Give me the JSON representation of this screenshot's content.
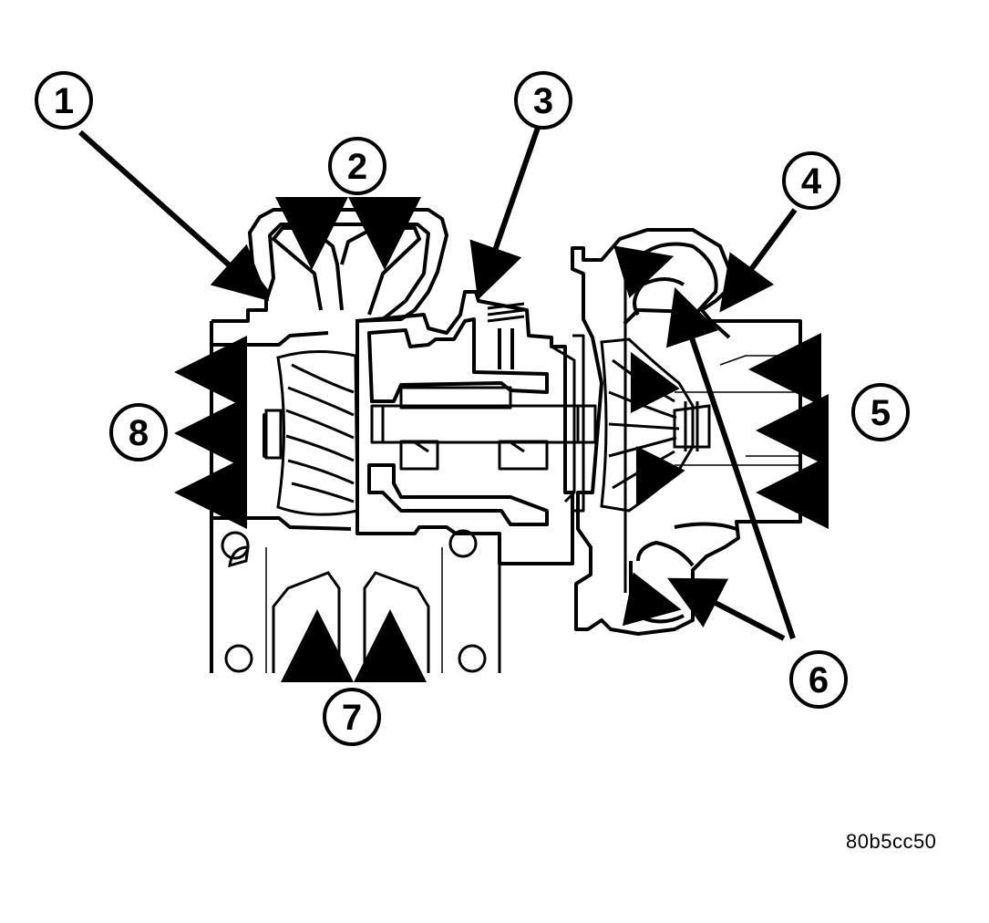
{
  "callouts": [
    {
      "id": "1",
      "label": "1"
    },
    {
      "id": "2",
      "label": "2"
    },
    {
      "id": "3",
      "label": "3"
    },
    {
      "id": "4",
      "label": "4"
    },
    {
      "id": "5",
      "label": "5"
    },
    {
      "id": "6",
      "label": "6"
    },
    {
      "id": "7",
      "label": "7"
    },
    {
      "id": "8",
      "label": "8"
    }
  ],
  "reference_code": "80b5cc50"
}
